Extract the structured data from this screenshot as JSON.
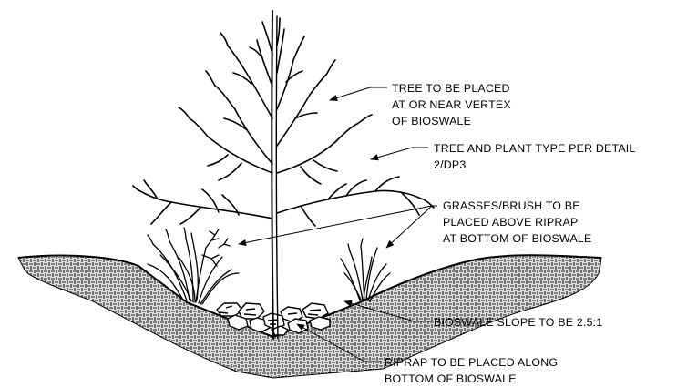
{
  "notes": {
    "tree_vertex": [
      "TREE TO BE PLACED",
      "AT OR NEAR VERTEX",
      "OF BIOSWALE"
    ],
    "tree_type": [
      "TREE AND PLANT TYPE PER DETAIL",
      "2/DP3"
    ],
    "grasses": [
      "GRASSES/BRUSH TO BE",
      "PLACED ABOVE RIPRAP",
      "AT BOTTOM OF BIOSWALE"
    ],
    "slope": [
      "BIOSWALE SLOPE TO BE 2.5:1"
    ],
    "riprap": [
      "RIPRAP TO BE PLACED ALONG",
      "BOTTOM OF BIOSWALE"
    ]
  },
  "colors": {
    "line": "#000000",
    "background": "#ffffff"
  }
}
